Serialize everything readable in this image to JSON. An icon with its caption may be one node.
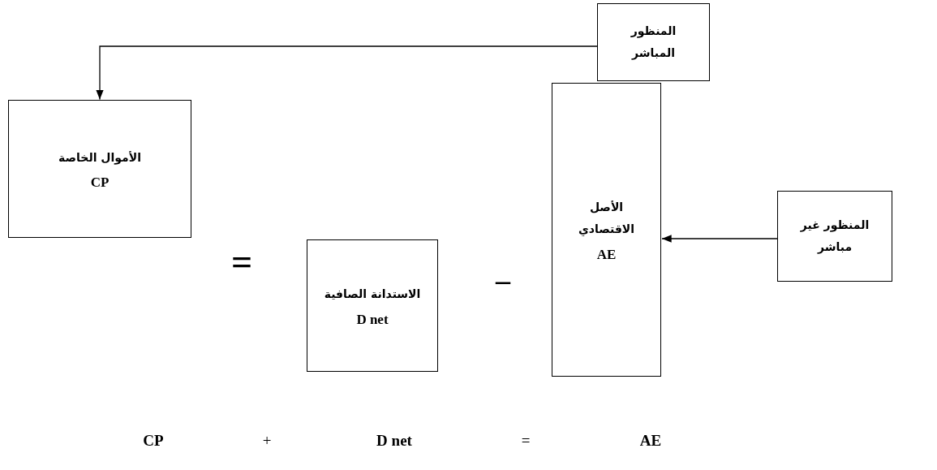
{
  "diagram": {
    "nodes": [
      {
        "text": [
          "المنظور المباشر"
        ]
      },
      {
        "text": [
          "الأموال الخاصة",
          "CP"
        ]
      },
      {
        "text": [
          "الاستدانة الصافية",
          "D net"
        ]
      },
      {
        "text": [
          "الأصل الاقتصادي",
          "AE"
        ]
      },
      {
        "text": [
          "المنظور غير مباشر"
        ]
      }
    ],
    "edges": [
      {
        "from": 0,
        "to": 1,
        "arrow": "to"
      },
      {
        "from": 4,
        "to": 3,
        "arrow": "to"
      }
    ],
    "labels": [
      "=",
      "–",
      "CP",
      "+",
      "D net",
      "=",
      "AE"
    ]
  }
}
